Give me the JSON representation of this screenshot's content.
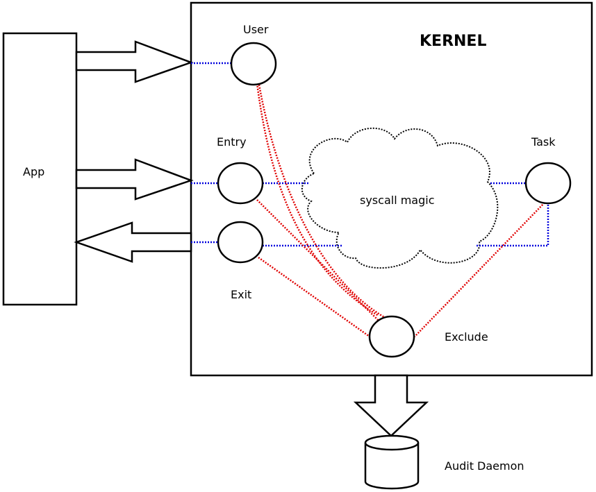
{
  "labels": {
    "app": "App",
    "kernel": "KERNEL",
    "user": "User",
    "entry": "Entry",
    "exit": "Exit",
    "task": "Task",
    "exclude": "Exclude",
    "cloud": "syscall magic",
    "audit_daemon": "Audit Daemon"
  },
  "colors": {
    "filter_links": "#0000dd",
    "exclude_links": "#e00000",
    "outline": "#000000"
  }
}
